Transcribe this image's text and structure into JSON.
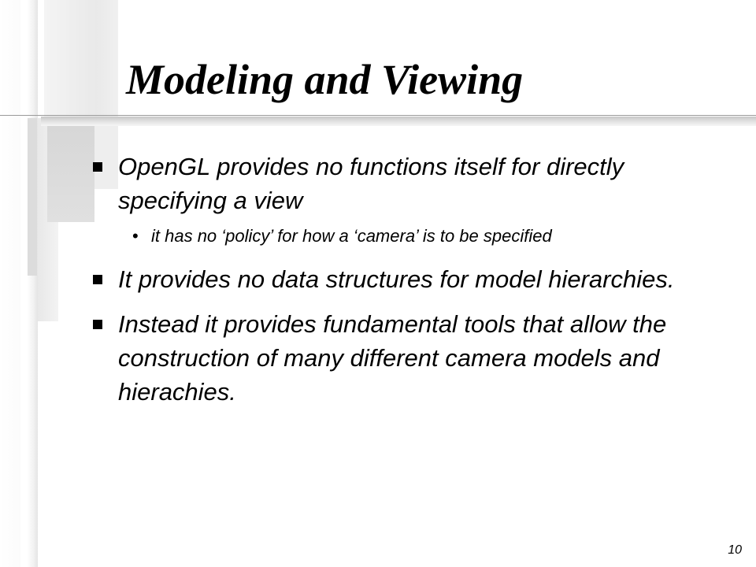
{
  "slide": {
    "title": "Modeling and Viewing",
    "bullets": [
      {
        "text": "OpenGL provides no functions itself for directly specifying a view",
        "subbullets": [
          "it has no ‘policy’ for how a ‘camera’ is to be specified"
        ]
      },
      {
        "text": "It provides no data structures for model hierarchies."
      },
      {
        "text": "Instead it provides fundamental tools that allow the construction of many different camera models and hierachies."
      }
    ],
    "page_number": "10"
  },
  "colors": {
    "background": "#ffffff",
    "text": "#000000",
    "decor_bars": "#dcdcdc"
  }
}
